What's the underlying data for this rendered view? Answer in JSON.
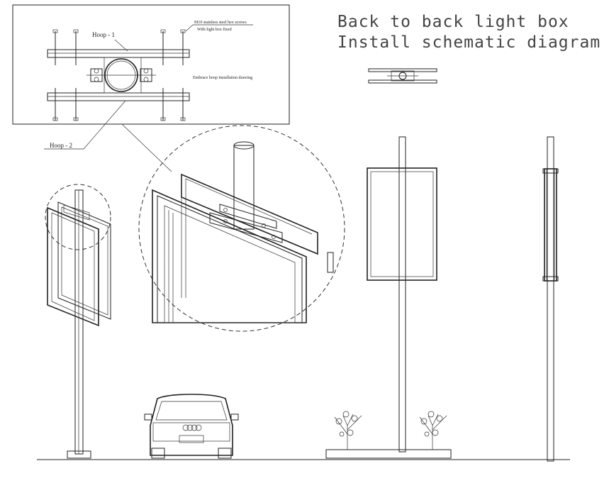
{
  "title": {
    "line1": "Back to back light box",
    "line2": "Install schematic diagram"
  },
  "detail": {
    "hoop1": "Hoop - 1",
    "hoop2": "Hoop - 2",
    "screws_note_line1": "M10 stainless steel hex screws",
    "screws_note_line2": "With light box fixed",
    "install_note": "Embrace hoop installation drawing"
  },
  "colors": {
    "ink": "#222222",
    "paper": "#ffffff",
    "title": "#444444"
  }
}
